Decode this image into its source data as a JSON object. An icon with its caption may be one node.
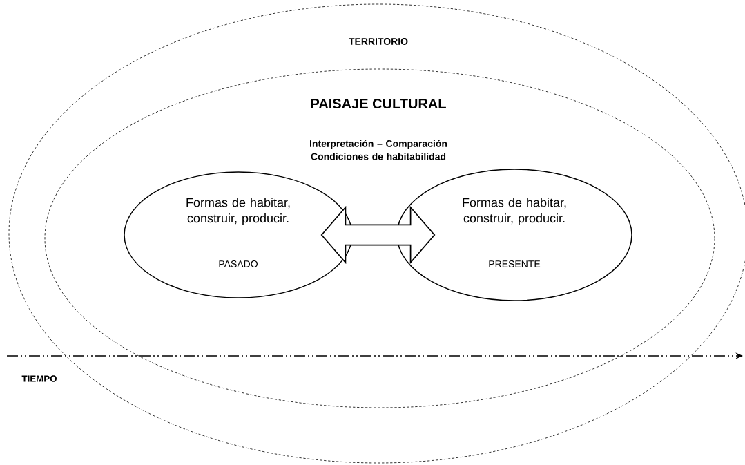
{
  "diagram": {
    "nodes": [
      {
        "text": [
          "TERRITORIO"
        ]
      },
      {
        "text": [
          "PAISAJE CULTURAL",
          "Interpretación – Comparación Condiciones de habitabilidad"
        ],
        "in": 0
      },
      {
        "text": [
          "Formas de habitar, construir, producir.",
          "PASADO"
        ],
        "in": 1
      },
      {
        "text": [
          "Formas de habitar, construir, producir.",
          "PRESENTE"
        ],
        "in": 1
      }
    ],
    "edges": [
      {
        "from": 2,
        "to": 3,
        "arrow": "both"
      }
    ],
    "labels": [
      "TIEMPO"
    ]
  }
}
